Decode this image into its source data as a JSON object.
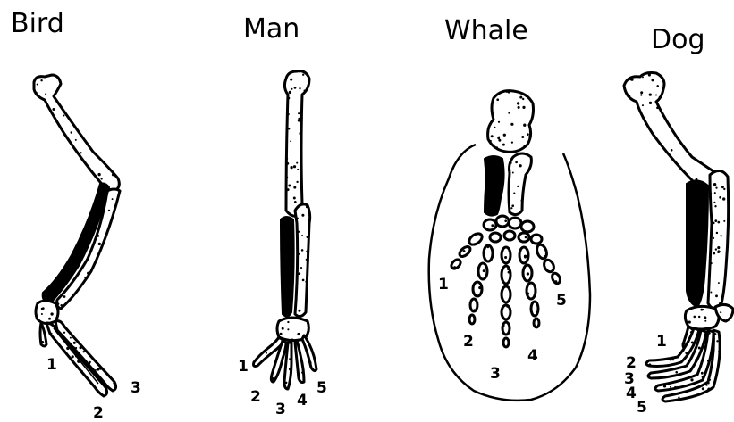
{
  "labels": {
    "bird": "Bird",
    "man": "Man",
    "whale": "Whale",
    "dog": "Dog"
  },
  "digits": {
    "bird": [
      "1",
      "2",
      "3"
    ],
    "man": [
      "1",
      "2",
      "3",
      "4",
      "5"
    ],
    "whale": [
      "1",
      "2",
      "3",
      "4",
      "5"
    ],
    "dog": [
      "1",
      "2",
      "3",
      "4",
      "5"
    ]
  }
}
